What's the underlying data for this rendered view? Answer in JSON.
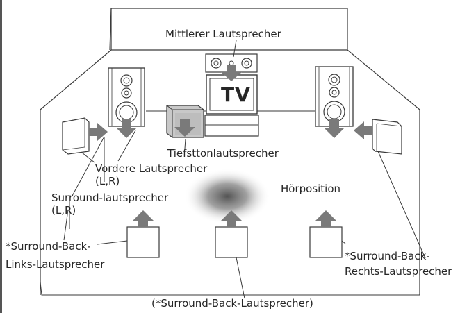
{
  "labels": {
    "center_speaker": "Mittlerer Lautsprecher",
    "tv": "TV",
    "subwoofer": "Tiefsttonlautsprecher",
    "front_speakers": "Vordere Lautsprecher",
    "front_speakers_lr": "(L,R)",
    "surround_speakers": "Surround-lautsprecher",
    "surround_speakers_lr": "(L,R)",
    "listening_position": "Hörposition",
    "surround_back_left_1": "*Surround-Back-",
    "surround_back_left_2": "Links-Lautsprecher",
    "surround_back_right_1": "*Surround-Back-",
    "surround_back_right_2": "Rechts-Lautsprecher",
    "surround_back_group": "(*Surround-Back-Lautsprecher)"
  },
  "colors": {
    "line": "#3a3a3a",
    "arrow": "#7a7a7a",
    "speaker_fill": "#ffffff",
    "subwoofer_fill": "#c8c8c8",
    "listening_blur": "#555555"
  }
}
